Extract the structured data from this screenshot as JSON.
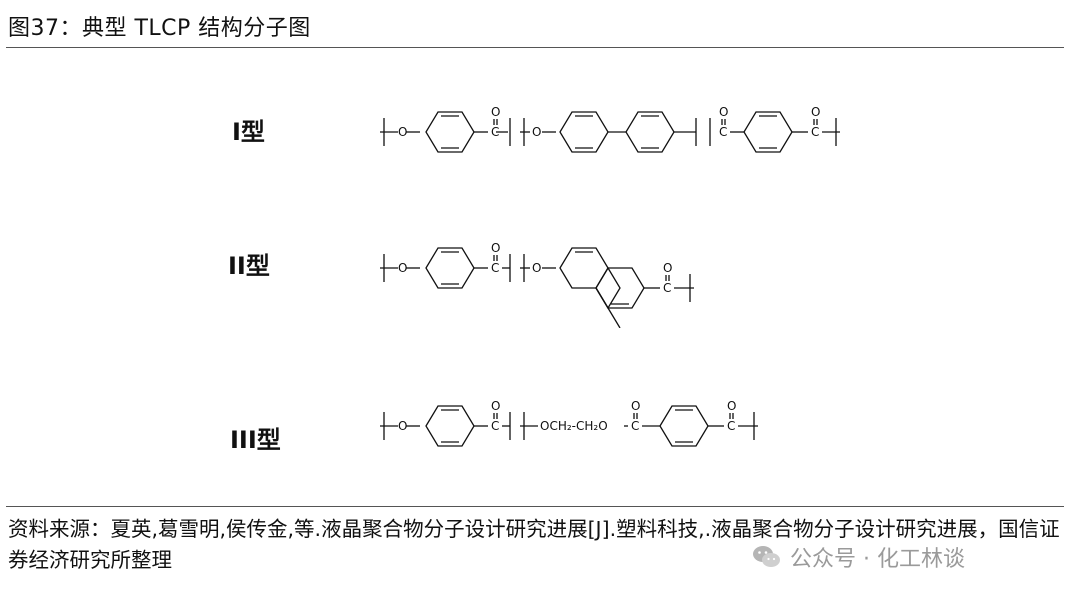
{
  "figure": {
    "title": "图37：典型 TLCP 结构分子图"
  },
  "structures": [
    {
      "label": "I型",
      "name": "type-1"
    },
    {
      "label": "II型",
      "name": "type-2"
    },
    {
      "label": "III型",
      "name": "type-3"
    }
  ],
  "atoms": {
    "O": "O",
    "C": "C",
    "type3_chain": "OCH₂-CH₂O"
  },
  "source": {
    "text": "资料来源：夏英,葛雪明,侯传金,等.液晶聚合物分子设计研究进展[J].塑料科技,.液晶聚合物分子设计研究进展，国信证券经济研究所整理"
  },
  "watermark": {
    "icon": "wechat-icon",
    "text": "公众号 · 化工林谈"
  },
  "colors": {
    "text": "#111111",
    "rule": "#555555",
    "watermark": "#9a9a9a"
  }
}
